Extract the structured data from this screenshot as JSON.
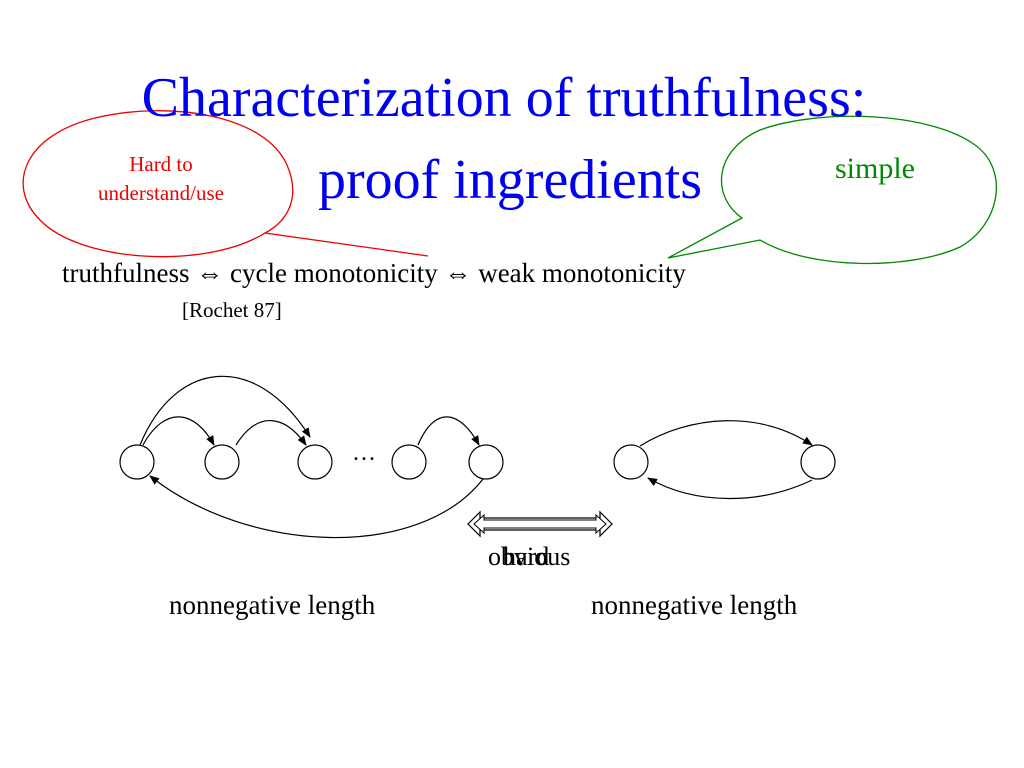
{
  "title": {
    "line1": "Characterization of truthfulness:",
    "line2": "proof ingredients",
    "color": "#0000ee"
  },
  "callouts": {
    "left": {
      "line1": "Hard to",
      "line2": "understand/use",
      "color": "#ee0000"
    },
    "right": {
      "text": "simple",
      "color": "#008800"
    }
  },
  "statement": {
    "term1": "truthfulness",
    "term2": "cycle monotonicity",
    "term3": "weak monotonicity",
    "equiv_symbol": "⇔",
    "citation": "[Rochet 87]"
  },
  "diagram": {
    "ellipsis": "…",
    "arrow_label_obvious": "obvious",
    "arrow_label_hard": "hard",
    "left_caption": "nonnegative length",
    "right_caption": "nonnegative length"
  }
}
